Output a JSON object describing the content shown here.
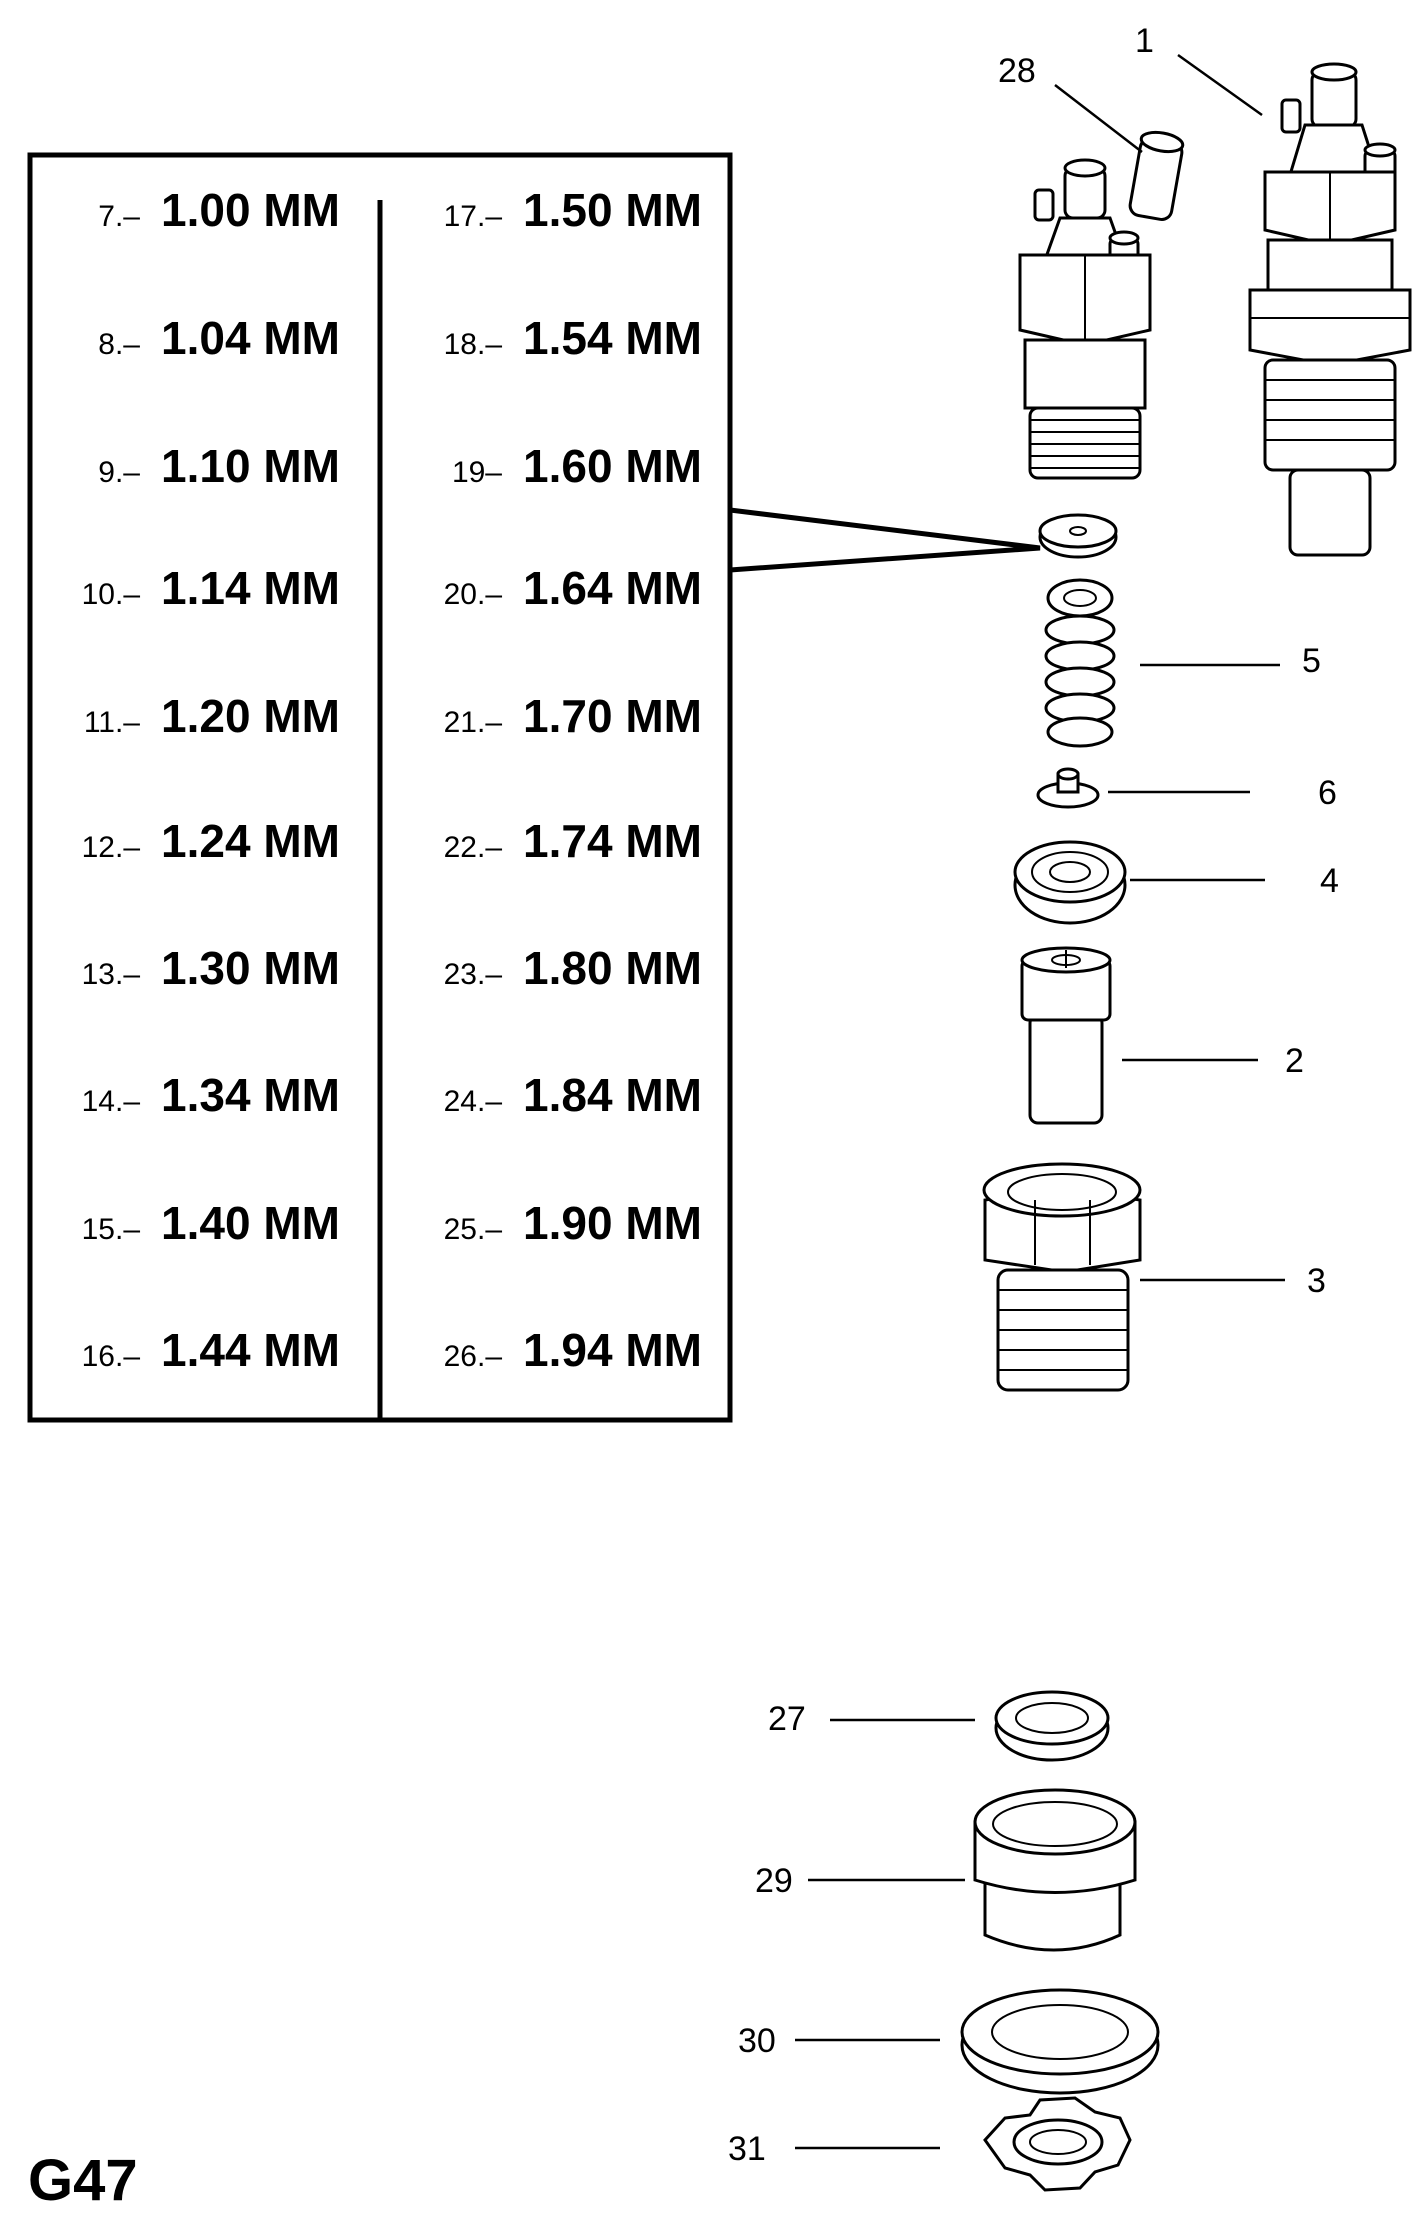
{
  "figure_code": "G47",
  "shim_table": {
    "left": [
      {
        "ref": "7.–",
        "size": "1.00 MM"
      },
      {
        "ref": "8.–",
        "size": "1.04 MM"
      },
      {
        "ref": "9.–",
        "size": "1.10 MM"
      },
      {
        "ref": "10.–",
        "size": "1.14 MM"
      },
      {
        "ref": "11.–",
        "size": "1.20 MM"
      },
      {
        "ref": "12.–",
        "size": "1.24 MM"
      },
      {
        "ref": "13.–",
        "size": "1.30 MM"
      },
      {
        "ref": "14.–",
        "size": "1.34 MM"
      },
      {
        "ref": "15.–",
        "size": "1.40 MM"
      },
      {
        "ref": "16.–",
        "size": "1.44 MM"
      }
    ],
    "right": [
      {
        "ref": "17.–",
        "size": "1.50 MM"
      },
      {
        "ref": "18.–",
        "size": "1.54 MM"
      },
      {
        "ref": "19–",
        "size": "1.60 MM"
      },
      {
        "ref": "20.–",
        "size": "1.64 MM"
      },
      {
        "ref": "21.–",
        "size": "1.70 MM"
      },
      {
        "ref": "22.–",
        "size": "1.74 MM"
      },
      {
        "ref": "23.–",
        "size": "1.80 MM"
      },
      {
        "ref": "24.–",
        "size": "1.84 MM"
      },
      {
        "ref": "25.–",
        "size": "1.90 MM"
      },
      {
        "ref": "26.–",
        "size": "1.94 MM"
      }
    ]
  },
  "callouts": {
    "p1": "1",
    "p28": "28",
    "p5": "5",
    "p6": "6",
    "p4": "4",
    "p2": "2",
    "p3": "3",
    "p27": "27",
    "p29": "29",
    "p30": "30",
    "p31": "31"
  }
}
